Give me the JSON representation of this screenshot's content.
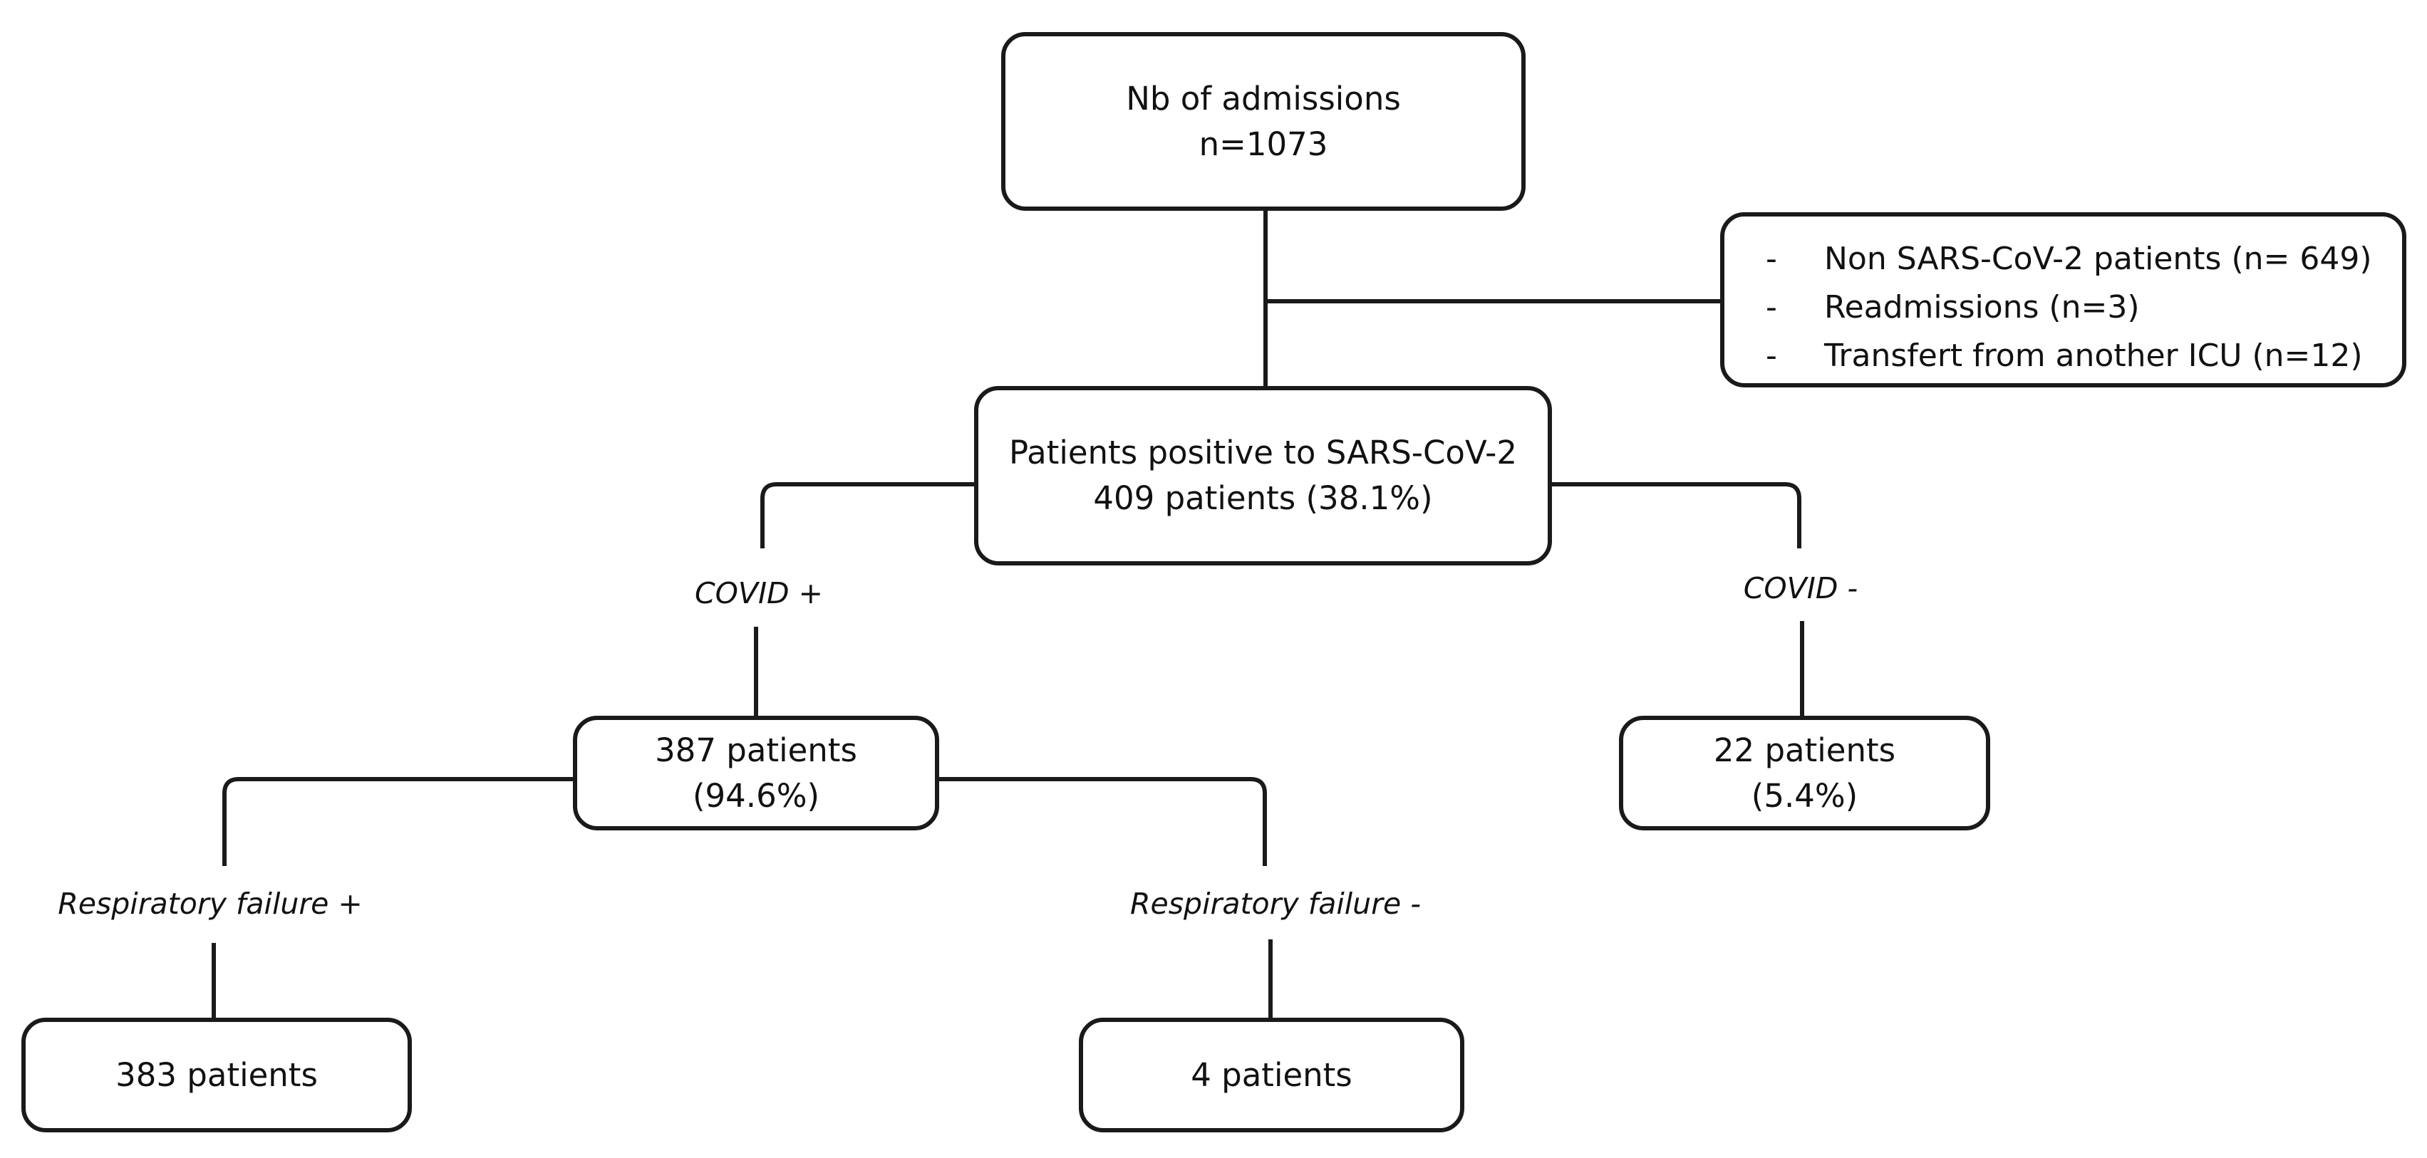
{
  "admissions": {
    "title": "Nb of admissions",
    "count": "n=1073"
  },
  "exclusions": {
    "items": [
      {
        "dash": "-",
        "text": "Non SARS-CoV-2 patients (n= 649)"
      },
      {
        "dash": "-",
        "text": "Readmissions (n=3)"
      },
      {
        "dash": "-",
        "text": "Transfert from another ICU (n=12)"
      }
    ]
  },
  "positive": {
    "title": "Patients positive to SARS-CoV-2",
    "count": "409 patients (38.1%)"
  },
  "branches": {
    "covid_pos": "COVID +",
    "covid_neg": "COVID -",
    "resp_pos": "Respiratory failure +",
    "resp_neg": "Respiratory failure -"
  },
  "covid_pos_box": {
    "count": "387 patients",
    "pct": "(94.6%)"
  },
  "covid_neg_box": {
    "count": "22 patients",
    "pct": "(5.4%)"
  },
  "resp_pos_box": {
    "count": "383 patients"
  },
  "resp_neg_box": {
    "count": "4 patients"
  },
  "colors": {
    "stroke": "#1a1a1a",
    "background": "#ffffff"
  }
}
